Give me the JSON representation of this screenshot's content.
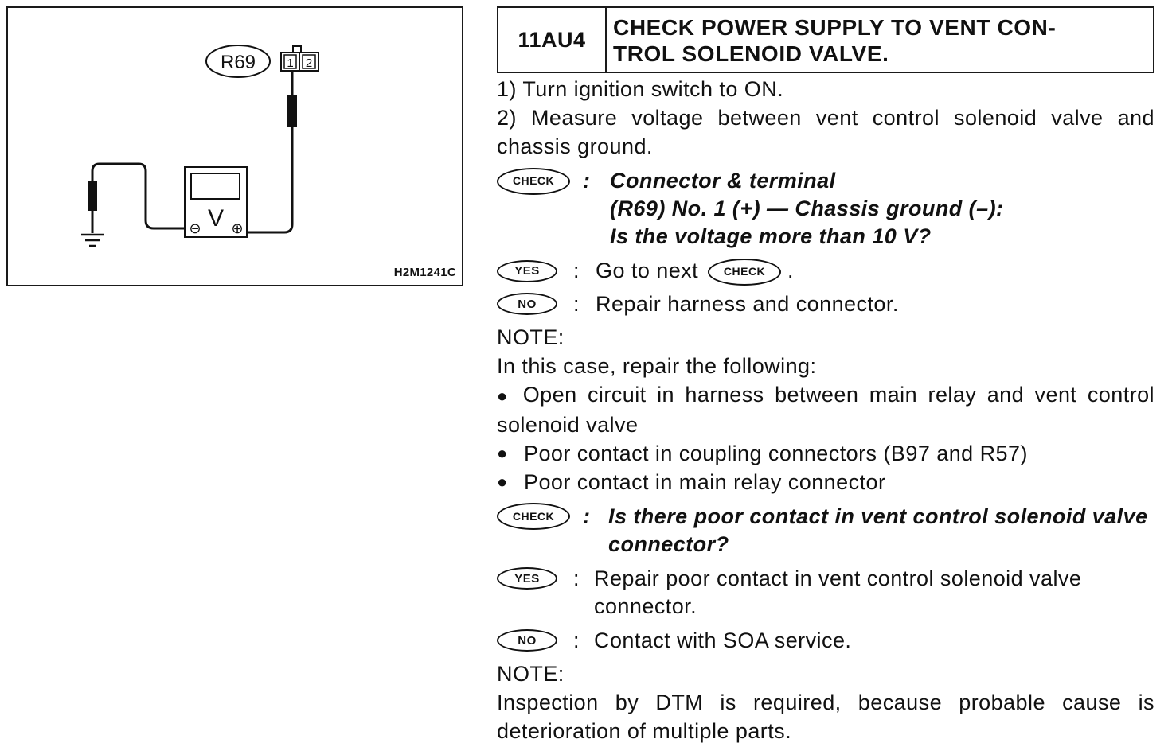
{
  "diagram": {
    "connector_label": "R69",
    "pin_1": "1",
    "pin_2": "2",
    "meter_symbol": "V",
    "minus_symbol": "⊖",
    "plus_symbol": "⊕",
    "figure_code": "H2M1241C"
  },
  "step": {
    "code": "11AU4",
    "title_line1": "CHECK POWER SUPPLY TO VENT CON-",
    "title_line2": "TROL SOLENOID VALVE."
  },
  "instructions": [
    "1)  Turn ignition switch to ON.",
    "2)  Measure voltage between vent control solenoid valve and chassis ground."
  ],
  "badges": {
    "check": "CHECK",
    "yes": "YES",
    "no": "NO"
  },
  "colon": ":",
  "check1": {
    "line1": "Connector & terminal",
    "line2": "(R69) No. 1 (+) — Chassis ground (–):",
    "line3": "Is the voltage more than 10 V?"
  },
  "yes1": {
    "text": "Go to next",
    "suffix": "."
  },
  "no1": {
    "text": "Repair harness and connector."
  },
  "note1": {
    "label": "NOTE:",
    "intro": "In this case, repair the following:",
    "bullets": [
      "Open circuit in harness between main relay and vent control solenoid valve",
      "Poor contact in coupling connectors (B97 and R57)",
      "Poor contact in main relay connector"
    ]
  },
  "check2": {
    "text": "Is there poor contact in vent control solenoid valve connector?"
  },
  "yes2": {
    "text": "Repair poor contact in vent control solenoid valve connector."
  },
  "no2": {
    "text": "Contact with SOA service."
  },
  "note2": {
    "label": "NOTE:",
    "text": "Inspection by DTM is required, because probable cause is deterioration of multiple parts."
  },
  "bullet_glyph": "●"
}
